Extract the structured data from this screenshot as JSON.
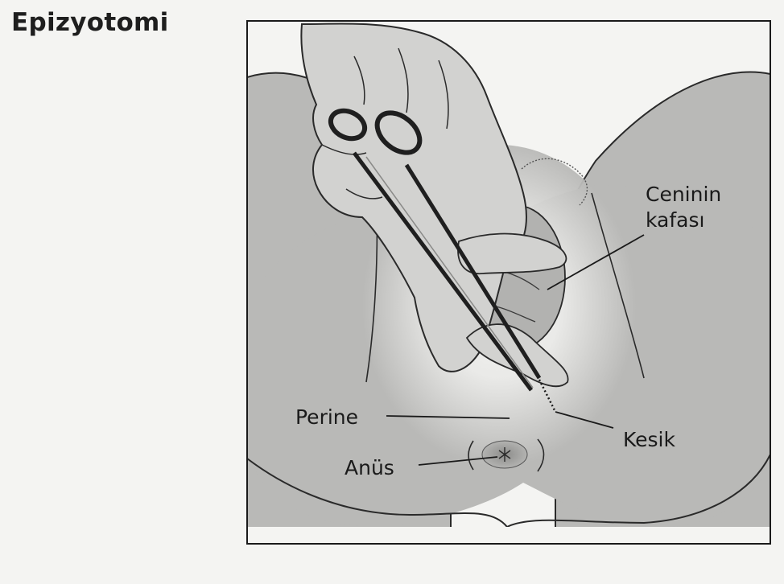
{
  "title": "Epizyotomi",
  "labels": {
    "head": [
      "Ceninin",
      "kafası"
    ],
    "perineum": "Perine",
    "incision": "Kesik",
    "anus": "Anüs"
  },
  "colors": {
    "skin_shadow": "#b7b7b5",
    "skin_light": "#e9e9e7",
    "hand": "#cfcfcd",
    "frame": "#1a1a1a",
    "paper": "#f4f4f2"
  }
}
